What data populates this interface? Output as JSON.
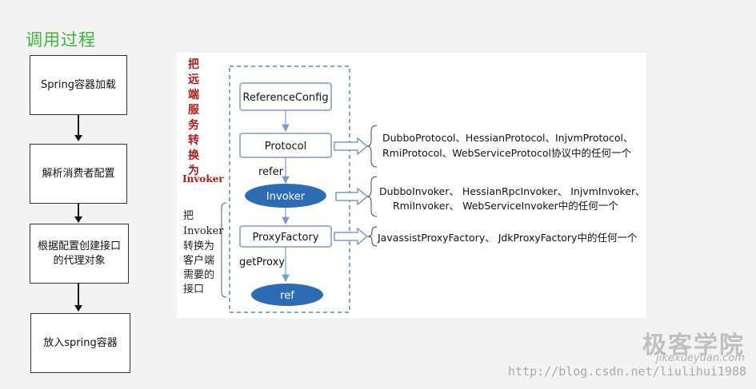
{
  "title": "调用过程",
  "flow": {
    "steps": [
      "Spring容器加载",
      "解析消费者配置",
      "根据配置创建接口的代理对象",
      "放入spring容器"
    ]
  },
  "diagram": {
    "left_caption_red": [
      "把",
      "远",
      "端",
      "服",
      "务",
      "转",
      "换",
      "为",
      "Invoker"
    ],
    "left_caption_black": [
      "把",
      "Invoker",
      "转换为",
      "客户端",
      "需要的",
      "接口"
    ],
    "nodes": {
      "reference_config": "ReferenceConfig",
      "protocol": "Protocol",
      "refer": "refer",
      "invoker": "Invoker",
      "proxy_factory": "ProxyFactory",
      "get_proxy": "getProxy",
      "ref": "ref"
    },
    "notes": {
      "protocol_line1": "DubboProtocol、HessianProtocol、InjvmProtocol、",
      "protocol_line2": "RmiProtocol、WebServiceProtocol协议中的任何一个",
      "invoker_line1": "DubboInvoker、 HessianRpcInvoker、 InjvmInvoker、",
      "invoker_line2": "RmiInvoker、 WebServiceInvoker中的任何一个",
      "proxy_line1": "JavassistProxyFactory、 JdkProxyFactory中的任何一个"
    },
    "colors": {
      "ellipse_fill": "#2e6bb5",
      "box_stroke": "#7a9cc8",
      "arrow_stroke": "#4a78b8",
      "red_text": "#b01a1a"
    }
  },
  "watermark": {
    "logo": "极客学院",
    "site": "jikexueyuan.com",
    "url": "http://blog.csdn.net/liulihui1988"
  }
}
